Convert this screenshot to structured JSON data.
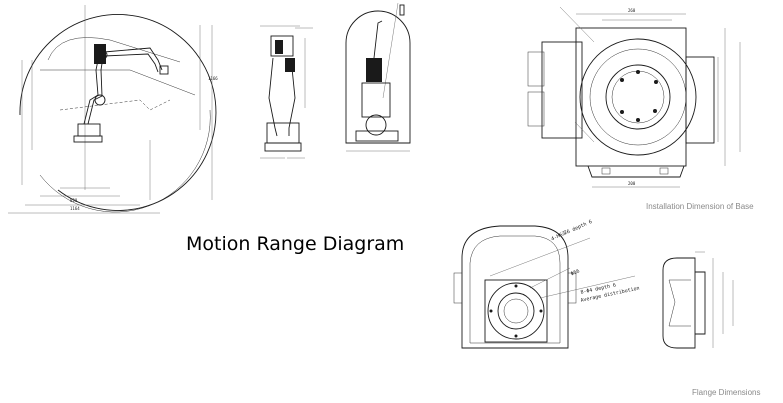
{
  "captions": {
    "motion_range": "Motion Range Diagram",
    "base": "Installation Dimension of Base",
    "flange": "Flange Dimensions"
  },
  "annotations": {
    "pcd": "4-M6深6 depth 6",
    "dia": "Φ56",
    "holes": "8-Φ4 depth 6",
    "even": "Average distribution"
  },
  "colors": {
    "line": "#1a1a1a",
    "caption": "#8a8a8a",
    "title": "#000000"
  }
}
